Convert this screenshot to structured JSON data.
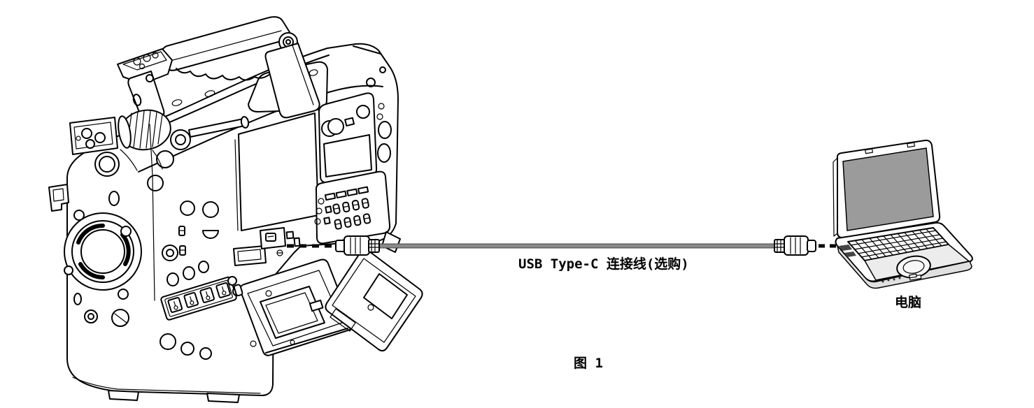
{
  "figure": {
    "caption": "图 1",
    "labels": {
      "cable": "USB Type-C 连接线(选购)",
      "computer": "电脑"
    },
    "illustrations": [
      "camcorder",
      "usb-type-c-cable",
      "laptop-computer"
    ]
  },
  "colors": {
    "background": "#ffffff",
    "line": "#000000",
    "cable": "#8a8a8a",
    "cable_edge": "#555555",
    "laptop_screen": "#9b9b9b",
    "laptop_palmrest": "#ececec",
    "laptop_skirt": "#e0e0e0",
    "port_dark": "#444444"
  }
}
